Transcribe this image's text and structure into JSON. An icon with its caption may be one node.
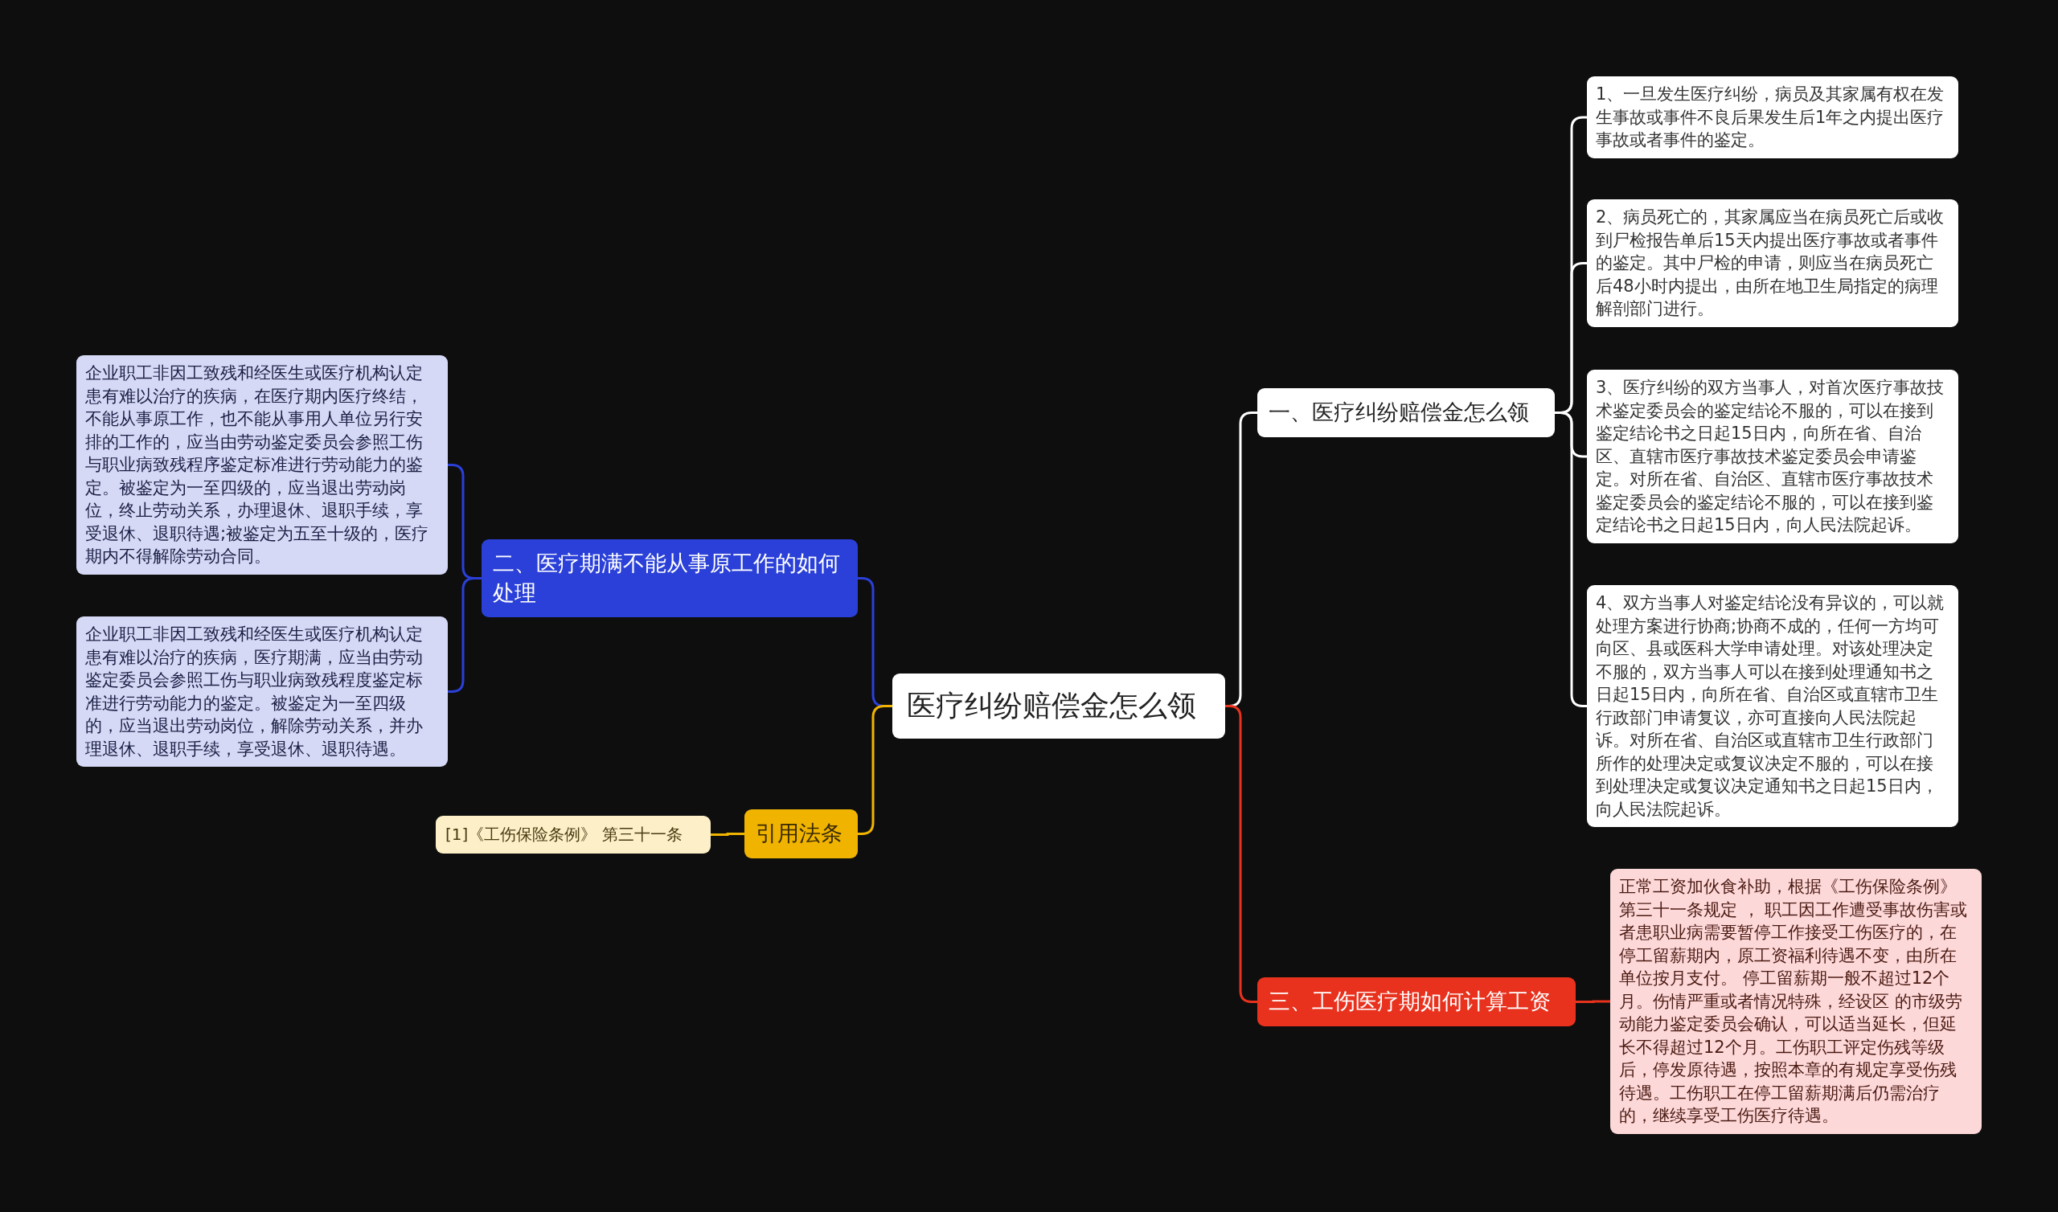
{
  "diagram": {
    "nodes": [
      {
        "text": [
          "医疗纠纷赔偿金怎么领"
        ]
      },
      {
        "text": [
          "一、医疗纠纷赔偿金怎么领"
        ]
      },
      {
        "text": [
          "1、一旦发生医疗纠纷，病员及其家属有权在发生事故或事件不良后果发生后1年之内提出医疗事故或者事件的鉴定。"
        ]
      },
      {
        "text": [
          "2、病员死亡的，其家属应当在病员死亡后或收到尸检报告单后15天内提出医疗事故或者事件的鉴定。其中尸检的申请，则应当在病员死亡后48小时内提出，由所在地卫生局指定的病理解剖部门进行。"
        ]
      },
      {
        "text": [
          "3、医疗纠纷的双方当事人，对首次医疗事故技术鉴定委员会的鉴定结论不服的，可以在接到鉴定结论书之日起15日内，向所在省、自治区、直辖市医疗事故技术鉴定委员会申请鉴定。对所在省、自治区、直辖市医疗事故技术鉴定委员会的鉴定结论不服的，可以在接到鉴定结论书之日起15日内，向人民法院起诉。"
        ]
      },
      {
        "text": [
          "4、双方当事人对鉴定结论没有异议的，可以就处理方案进行协商;协商不成的，任何一方均可向区、县或医科大学申请处理。对该处理决定不服的，双方当事人可以在接到处理通知书之日起15日内，向所在省、自治区或直辖市卫生行政部门申请复议，亦可直接向人民法院起诉。对所在省、自治区或直辖市卫生行政部门所作的处理决定或复议决定不服的，可以在接到处理决定或复议决定通知书之日起15日内，向人民法院起诉。"
        ]
      },
      {
        "text": [
          "三、工伤医疗期如何计算工资"
        ]
      },
      {
        "text": [
          "正常工资加伙食补助，根据《工伤保险条例》第三十一条规定 ， 职工因工作遭受事故伤害或者患职业病需要暂停工作接受工伤医疗的，在停工留薪期内，原工资福利待遇不变，由所在单位按月支付。 停工留薪期一般不超过12个月。伤情严重或者情况特殊，经设区 的市级劳动能力鉴定委员会确认，可以适当延长，但延长不得超过12个月。工伤职工评定伤残等级后，停发原待遇，按照本章的有规定享受伤残待遇。工伤职工在停工留薪期满后仍需治疗的，继续享受工伤医疗待遇。"
        ]
      },
      {
        "text": [
          "二、医疗期满不能从事原工作的如何处理"
        ]
      },
      {
        "text": [
          "企业职工非因工致残和经医生或医疗机构认定患有难以治疗的疾病，在医疗期内医疗终结，不能从事原工作，也不能从事用人单位另行安排的工作的，应当由劳动鉴定委员会参照工伤与职业病致残程序鉴定标准进行劳动能力的鉴定。被鉴定为一至四级的，应当退出劳动岗位，终止劳动关系，办理退休、退职手续，享受退休、退职待遇;被鉴定为五至十级的，医疗期内不得解除劳动合同。"
        ]
      },
      {
        "text": [
          "企业职工非因工致残和经医生或医疗机构认定患有难以治疗的疾病，医疗期满，应当由劳动鉴定委员会参照工伤与职业病致残程度鉴定标准进行劳动能力的鉴定。被鉴定为一至四级的，应当退出劳动岗位，解除劳动关系，并办理退休、退职手续，享受退休、退职待遇。"
        ]
      },
      {
        "text": [
          "引用法条"
        ]
      },
      {
        "text": [
          "[1]《工伤保险条例》 第三十一条"
        ]
      }
    ],
    "edges": [
      {
        "from": 0,
        "to": 1,
        "arrow": "none"
      },
      {
        "from": 1,
        "to": 2,
        "arrow": "none"
      },
      {
        "from": 1,
        "to": 3,
        "arrow": "none"
      },
      {
        "from": 1,
        "to": 4,
        "arrow": "none"
      },
      {
        "from": 1,
        "to": 5,
        "arrow": "none"
      },
      {
        "from": 0,
        "to": 6,
        "arrow": "none",
        "color": "#e8321e"
      },
      {
        "from": 6,
        "to": 7,
        "arrow": "none",
        "color": "#e8321e"
      },
      {
        "from": 0,
        "to": 8,
        "arrow": "none",
        "color": "#2a40d8"
      },
      {
        "from": 8,
        "to": 9,
        "arrow": "none",
        "color": "#2a40d8"
      },
      {
        "from": 8,
        "to": 10,
        "arrow": "none",
        "color": "#2a40d8"
      },
      {
        "from": 0,
        "to": 11,
        "arrow": "none",
        "color": "#f0b400"
      },
      {
        "from": 11,
        "to": 12,
        "arrow": "none",
        "color": "#f0b400"
      }
    ]
  }
}
